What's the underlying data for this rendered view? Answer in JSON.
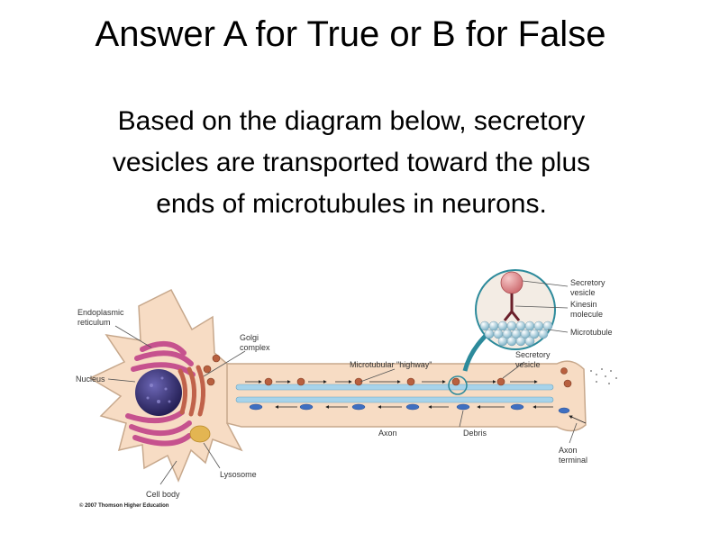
{
  "slide": {
    "title": "Answer A for True or B for False",
    "question_lines": [
      "Based on the diagram below, secretory",
      "vesicles are transported toward the plus",
      "ends of microtubules in neurons."
    ]
  },
  "diagram": {
    "labels": {
      "endoplasmic_reticulum": [
        "Endoplasmic",
        "reticulum"
      ],
      "nucleus": "Nucleus",
      "golgi": [
        "Golgi",
        "complex"
      ],
      "microtubular_highway": "Microtubular \"highway\"",
      "secretory_vesicle_inset": [
        "Secretory",
        "vesicle"
      ],
      "kinesin_molecule": [
        "Kinesin",
        "molecule"
      ],
      "microtubule": "Microtubule",
      "secretory_vesicle_axon": [
        "Secretory",
        "vesicle"
      ],
      "axon": "Axon",
      "debris": "Debris",
      "axon_terminal": [
        "Axon",
        "terminal"
      ],
      "lysosome": "Lysosome",
      "cell_body": "Cell body"
    },
    "credit": "© 2007 Thomson Higher Education",
    "colors": {
      "cell_fill": "#f7dcc4",
      "cell_outline": "#c7a88c",
      "nucleus": "#3b3573",
      "er": "#c6528e",
      "golgi": "#c0624a",
      "vesicle": "#b8603f",
      "microtubule": "#a7d3ea",
      "debris": "#3f6fc1",
      "lysosome": "#e3b552",
      "arrow": "#2c8a9b"
    }
  }
}
